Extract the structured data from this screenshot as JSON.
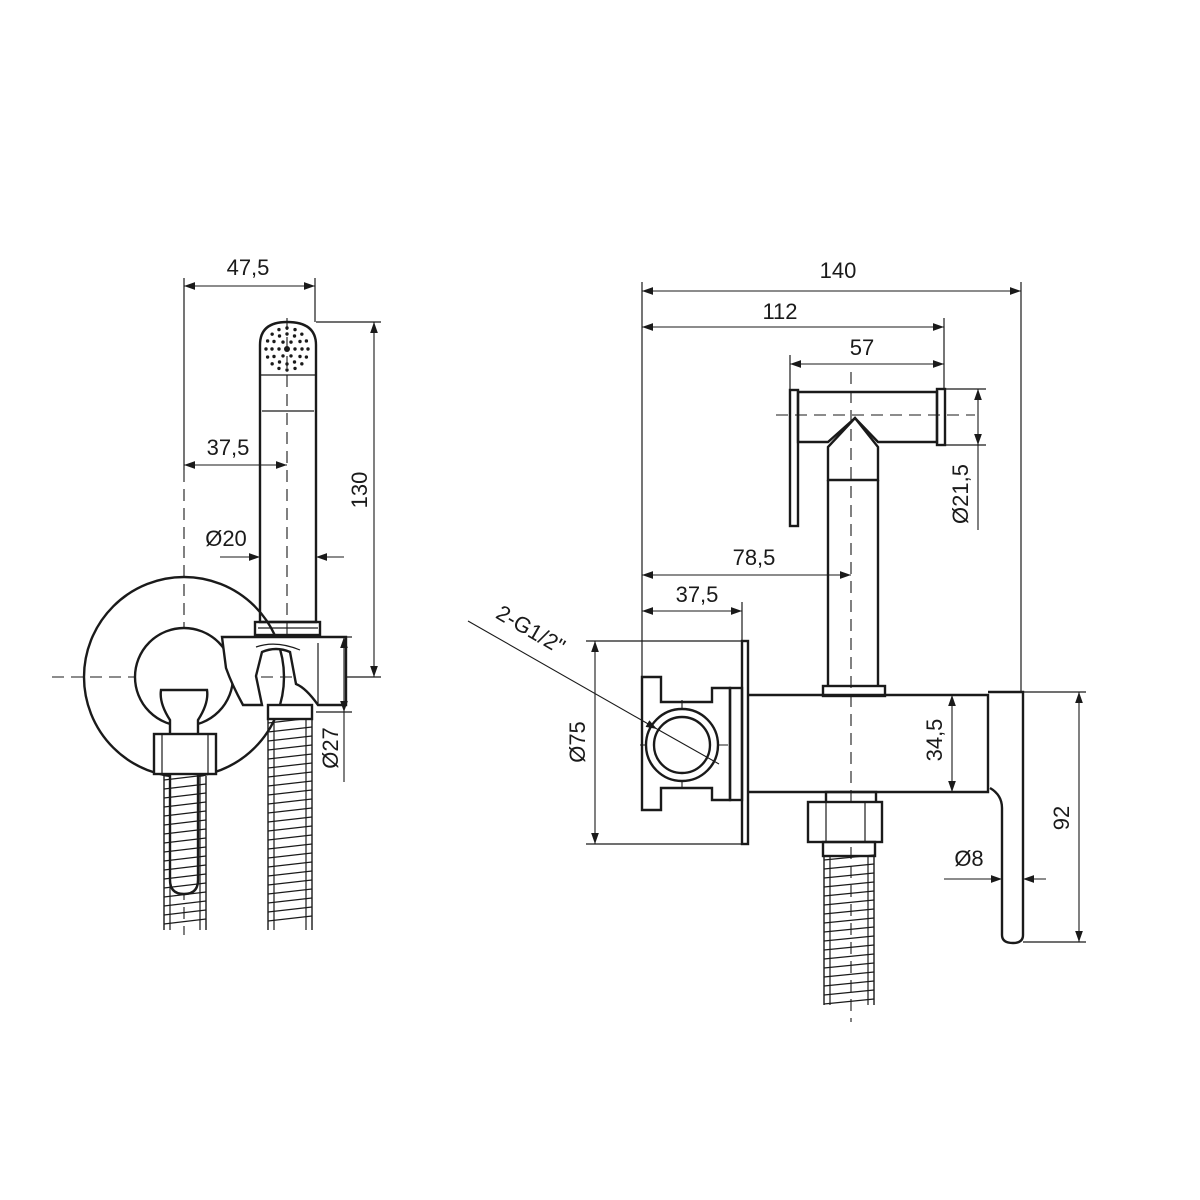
{
  "side_view": {
    "dim_width_total": "47,5",
    "dim_axis_offset": "37,5",
    "dim_handle_diameter": "Ø20",
    "dim_height": "130",
    "dim_holder_diameter": "Ø27"
  },
  "front_view": {
    "dim_total_width": "140",
    "dim_spray_extent": "112",
    "dim_head_length": "57",
    "dim_head_diameter": "Ø21,5",
    "dim_spout_axis": "78,5",
    "dim_inlet_offset": "37,5",
    "dim_thread": "2-G1/2\"",
    "dim_plate_diameter": "Ø75",
    "dim_body_height": "34,5",
    "dim_lever_thickness": "Ø8",
    "dim_lever_height": "92"
  }
}
